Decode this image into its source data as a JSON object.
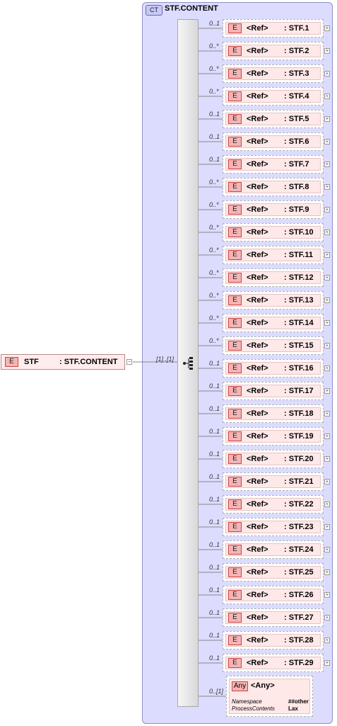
{
  "complex_type": {
    "badge": "CT",
    "name": "STF.CONTENT"
  },
  "root_element": {
    "badge": "E",
    "name": "STF",
    "type": ": STF.CONTENT"
  },
  "sequence": {
    "occurrence": "[1]..[1]"
  },
  "child_elements": [
    {
      "occ": "0..1",
      "badge": "E",
      "ref": "<Ref>",
      "type": ": STF.1"
    },
    {
      "occ": "0..*",
      "badge": "E",
      "ref": "<Ref>",
      "type": ": STF.2"
    },
    {
      "occ": "0..*",
      "badge": "E",
      "ref": "<Ref>",
      "type": ": STF.3"
    },
    {
      "occ": "0..*",
      "badge": "E",
      "ref": "<Ref>",
      "type": ": STF.4"
    },
    {
      "occ": "0..1",
      "badge": "E",
      "ref": "<Ref>",
      "type": ": STF.5"
    },
    {
      "occ": "0..1",
      "badge": "E",
      "ref": "<Ref>",
      "type": ": STF.6"
    },
    {
      "occ": "0..1",
      "badge": "E",
      "ref": "<Ref>",
      "type": ": STF.7"
    },
    {
      "occ": "0..*",
      "badge": "E",
      "ref": "<Ref>",
      "type": ": STF.8"
    },
    {
      "occ": "0..*",
      "badge": "E",
      "ref": "<Ref>",
      "type": ": STF.9"
    },
    {
      "occ": "0..*",
      "badge": "E",
      "ref": "<Ref>",
      "type": ": STF.10"
    },
    {
      "occ": "0..*",
      "badge": "E",
      "ref": "<Ref>",
      "type": ": STF.11"
    },
    {
      "occ": "0..*",
      "badge": "E",
      "ref": "<Ref>",
      "type": ": STF.12"
    },
    {
      "occ": "0..*",
      "badge": "E",
      "ref": "<Ref>",
      "type": ": STF.13"
    },
    {
      "occ": "0..*",
      "badge": "E",
      "ref": "<Ref>",
      "type": ": STF.14"
    },
    {
      "occ": "0..*",
      "badge": "E",
      "ref": "<Ref>",
      "type": ": STF.15"
    },
    {
      "occ": "0..1",
      "badge": "E",
      "ref": "<Ref>",
      "type": ": STF.16"
    },
    {
      "occ": "0..1",
      "badge": "E",
      "ref": "<Ref>",
      "type": ": STF.17"
    },
    {
      "occ": "0..1",
      "badge": "E",
      "ref": "<Ref>",
      "type": ": STF.18"
    },
    {
      "occ": "0..1",
      "badge": "E",
      "ref": "<Ref>",
      "type": ": STF.19"
    },
    {
      "occ": "0..1",
      "badge": "E",
      "ref": "<Ref>",
      "type": ": STF.20"
    },
    {
      "occ": "0..1",
      "badge": "E",
      "ref": "<Ref>",
      "type": ": STF.21"
    },
    {
      "occ": "0..1",
      "badge": "E",
      "ref": "<Ref>",
      "type": ": STF.22"
    },
    {
      "occ": "0..1",
      "badge": "E",
      "ref": "<Ref>",
      "type": ": STF.23"
    },
    {
      "occ": "0..1",
      "badge": "E",
      "ref": "<Ref>",
      "type": ": STF.24"
    },
    {
      "occ": "0..1",
      "badge": "E",
      "ref": "<Ref>",
      "type": ": STF.25"
    },
    {
      "occ": "0..1",
      "badge": "E",
      "ref": "<Ref>",
      "type": ": STF.26"
    },
    {
      "occ": "0..1",
      "badge": "E",
      "ref": "<Ref>",
      "type": ": STF.27"
    },
    {
      "occ": "0..1",
      "badge": "E",
      "ref": "<Ref>",
      "type": ": STF.28"
    },
    {
      "occ": "0..1",
      "badge": "E",
      "ref": "<Ref>",
      "type": ": STF.29"
    }
  ],
  "any_element": {
    "occ": "0..[1]",
    "badge": "Any",
    "label": "<Any>",
    "namespace_label": "Namespace",
    "namespace_value": "##other",
    "process_label": "ProcessContents",
    "process_value": "Lax"
  },
  "colors": {
    "complex_type_fill": "#dcdcff",
    "element_fill": "#ffe8e8",
    "badge_fill": "#f3b5b5"
  },
  "icons": {
    "expand": "plus-icon",
    "collapse": "minus-icon",
    "sequence": "sequence-compositor-icon"
  }
}
